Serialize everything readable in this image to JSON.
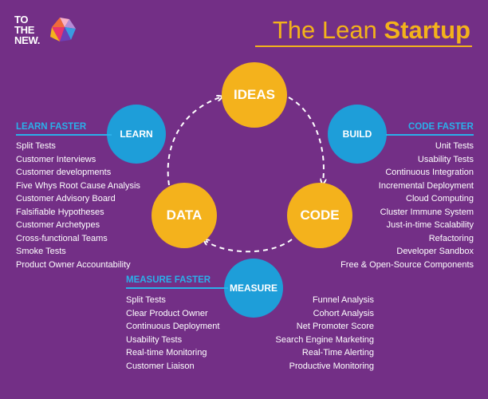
{
  "logo": {
    "line1": "TO",
    "line2": "THE",
    "line3": "NEW."
  },
  "title": {
    "light": "The Lean",
    "bold": "Startup"
  },
  "circles": {
    "ideas": "IDEAS",
    "data": "DATA",
    "code": "CODE",
    "learn": "LEARN",
    "build": "BUILD",
    "measure": "MEASURE"
  },
  "sections": {
    "learn_faster": {
      "header": "LEARN FASTER",
      "items": [
        "Split Tests",
        "Customer Interviews",
        "Customer developments",
        "Five Whys Root Cause Analysis",
        "Customer Advisory Board",
        "Falsifiable Hypotheses",
        "Customer Archetypes",
        "Cross-functional Teams",
        "Smoke Tests",
        "Product Owner Accountability"
      ]
    },
    "code_faster": {
      "header": "CODE FASTER",
      "items": [
        "Unit Tests",
        "Usability Tests",
        "Continuous Integration",
        "Incremental Deployment",
        "Cloud Computing",
        "Cluster Immune System",
        "Just-in-time Scalability",
        "Refactoring",
        "Developer Sandbox",
        "Free & Open-Source Components"
      ]
    },
    "measure_faster": {
      "header": "MEASURE FASTER",
      "items_left": [
        "Split Tests",
        "Clear Product Owner",
        "Continuous Deployment",
        "Usability Tests",
        "Real-time Monitoring",
        "Customer Liaison"
      ],
      "items_right": [
        "Funnel Analysis",
        "Cohort Analysis",
        "Net Promoter Score",
        "Search Engine Marketing",
        "Real-Time Alerting",
        "Productive Monitoring"
      ]
    }
  },
  "colors": {
    "background": "#732f86",
    "yellow": "#f4b21c",
    "blue": "#1e9ed9",
    "header_blue": "#2ab0ea",
    "text": "#ffffff"
  }
}
